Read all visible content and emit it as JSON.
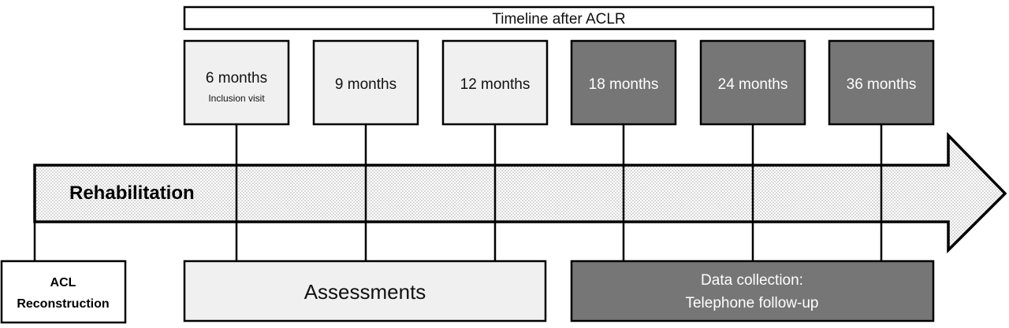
{
  "timeline_header": "Timeline after ACLR",
  "milestones": [
    {
      "label": "6 months",
      "sublabel": "Inclusion visit",
      "phase": "assessment"
    },
    {
      "label": "9 months",
      "sublabel": "",
      "phase": "assessment"
    },
    {
      "label": "12 months",
      "sublabel": "",
      "phase": "assessment"
    },
    {
      "label": "18 months",
      "sublabel": "",
      "phase": "telephone"
    },
    {
      "label": "24 months",
      "sublabel": "",
      "phase": "telephone"
    },
    {
      "label": "36 months",
      "sublabel": "",
      "phase": "telephone"
    }
  ],
  "arrow_label": "Rehabilitation",
  "start_box": {
    "line1": "ACL",
    "line2": "Reconstruction"
  },
  "assessments_box": "Assessments",
  "telephone_box": {
    "line1": "Data collection:",
    "line2": "Telephone follow-up"
  },
  "colors": {
    "light_fill": "#f0f0f0",
    "dark_fill": "#767676",
    "stroke": "#000000",
    "arrow_dots": "#8a8a8a"
  }
}
